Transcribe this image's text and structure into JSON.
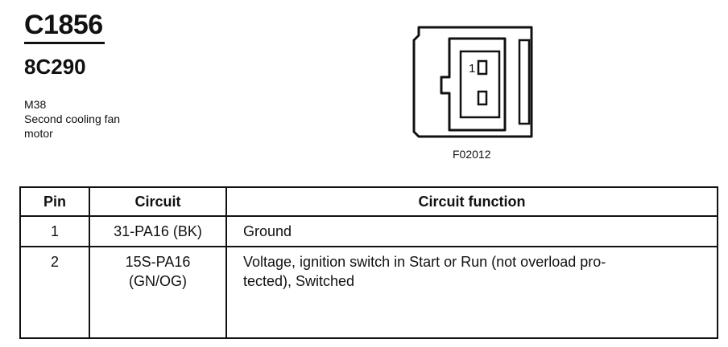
{
  "connector": {
    "id": "C1856",
    "part_number": "8C290",
    "location": "M38",
    "description_lines": [
      "Second cooling fan",
      "motor"
    ]
  },
  "diagram": {
    "pin_label": "1",
    "figure_id": "F02012"
  },
  "table": {
    "headers": {
      "pin": "Pin",
      "circuit": "Circuit",
      "function": "Circuit function"
    },
    "rows": [
      {
        "pin": "1",
        "circuit_lines": [
          "31-PA16 (BK)"
        ],
        "function_lines": [
          "Ground"
        ]
      },
      {
        "pin": "2",
        "circuit_lines": [
          "15S-PA16",
          "(GN/OG)"
        ],
        "function_lines": [
          "Voltage, ignition switch in Start or Run (not overload pro-",
          "tected), Switched"
        ]
      }
    ]
  }
}
